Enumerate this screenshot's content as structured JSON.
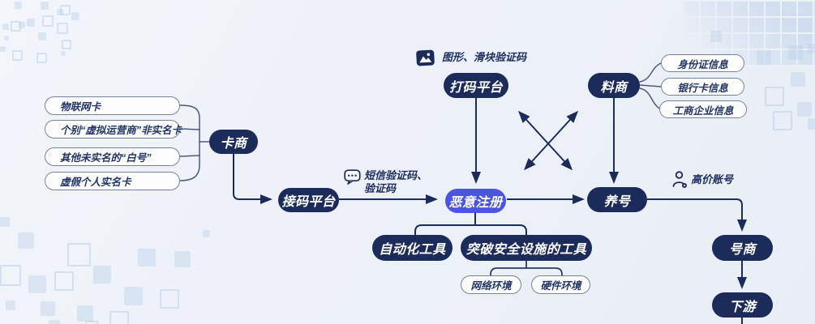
{
  "diagram": {
    "nodes": {
      "card_dealer": "卡商",
      "sms_platform": "接码平台",
      "captcha_platform": "打码平台",
      "data_dealer": "料商",
      "malicious_reg": "恶意注册",
      "account_nurture": "养号",
      "account_dealer": "号商",
      "downstream": "下游",
      "auto_tools": "自动化工具",
      "breach_tools": "突破安全设施的工具"
    },
    "card_sources": [
      "物联网卡",
      "个别“虚拟运营商”非实名卡",
      "其他未实名的“白号”",
      "虚假个人实名卡"
    ],
    "data_types": [
      "身份证信息",
      "银行卡信息",
      "工商企业信息"
    ],
    "environments": [
      "网络环境",
      "硬件环境"
    ],
    "labels": {
      "captcha_types": "图形、滑块验证码",
      "sms_line1": "短信验证码、",
      "sms_line2": "验证码",
      "premium_account": "高价账号"
    },
    "icons": {
      "captcha": "image-icon",
      "sms": "chat-bubble-icon",
      "premium": "person-icon"
    },
    "colors": {
      "node": "#1b2b5a",
      "highlight": "#4b55e2",
      "pill_border": "#76829c",
      "line": "#1b2b5a"
    }
  }
}
